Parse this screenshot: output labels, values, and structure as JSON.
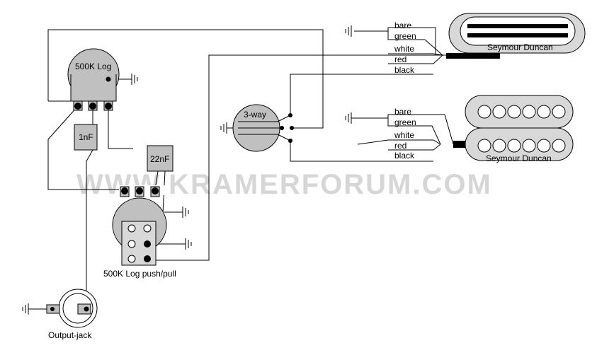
{
  "watermark": "WWW.KRAMERFORUM.COM",
  "components": {
    "volume_pot_label": "500K Log",
    "tone_cap_label": "1nF",
    "tone_cap2_label": "22nF",
    "pushpull_label": "500K Log push/pull",
    "switch_label": "3-way",
    "jack_label": "Output-jack",
    "bridge_pickup_brand": "Seymour Duncan",
    "neck_pickup_brand": "Seymour Duncan"
  },
  "bridge_pickup_wires": [
    "bare",
    "green",
    "white",
    "red",
    "black"
  ],
  "neck_pickup_wires": [
    "bare",
    "green",
    "white",
    "red",
    "black"
  ],
  "colors": {
    "component_fill": "#c0c0c0",
    "pickup_fill": "#d8d8d8",
    "wire": "#000000",
    "watermark": "#d6d6d6"
  }
}
